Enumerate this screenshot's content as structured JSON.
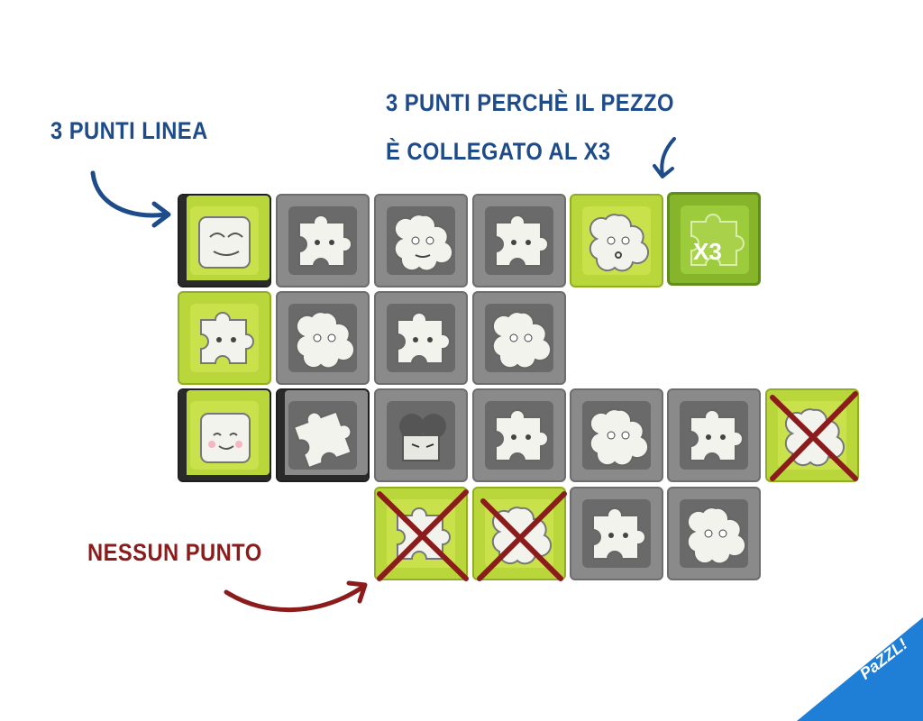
{
  "labels": {
    "line_points": "3 PUNTI LINEA",
    "x3_line1": "3 PUNTI PERCHÈ IL PEZZO",
    "x3_line2": "È COLLEGATO AL X3",
    "no_points": "NESSUN PUNTO"
  },
  "bonus_tile": {
    "text": "X3"
  },
  "logo": {
    "text": "PaZZL!"
  },
  "colors": {
    "label_blue": "#1e4b8a",
    "label_red": "#8c1c1c",
    "tile_green": "#b9d63a",
    "tile_gray": "#8a8a8a",
    "cross": "#8c1c1c",
    "logo_blue": "#1f7fd6"
  }
}
